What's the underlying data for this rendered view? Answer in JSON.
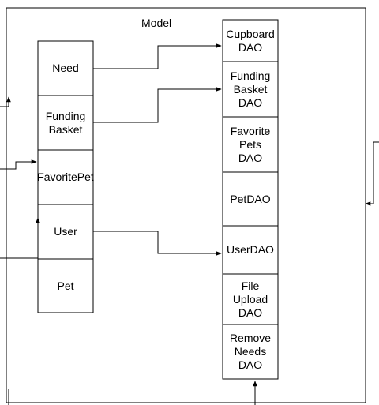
{
  "diagram": {
    "title": "Model",
    "entities": [
      {
        "id": "need",
        "label": "Need"
      },
      {
        "id": "funding-basket",
        "label": "Funding\nBasket"
      },
      {
        "id": "favorite-pet",
        "label": "FavoritePet"
      },
      {
        "id": "user",
        "label": "User"
      },
      {
        "id": "pet",
        "label": "Pet"
      }
    ],
    "daos": [
      {
        "id": "cupboard-dao",
        "label": "Cupboard\nDAO"
      },
      {
        "id": "funding-basket-dao",
        "label": "Funding\nBasket\nDAO"
      },
      {
        "id": "favorite-pets-dao",
        "label": "Favorite\nPets\nDAO"
      },
      {
        "id": "pet-dao",
        "label": "PetDAO"
      },
      {
        "id": "user-dao",
        "label": "UserDAO"
      },
      {
        "id": "file-upload-dao",
        "label": "File\nUpload\nDAO"
      },
      {
        "id": "remove-needs-dao",
        "label": "Remove\nNeeds\nDAO"
      }
    ],
    "colors": {
      "stroke": "#000000",
      "fill": "#ffffff",
      "text": "#000000"
    }
  }
}
